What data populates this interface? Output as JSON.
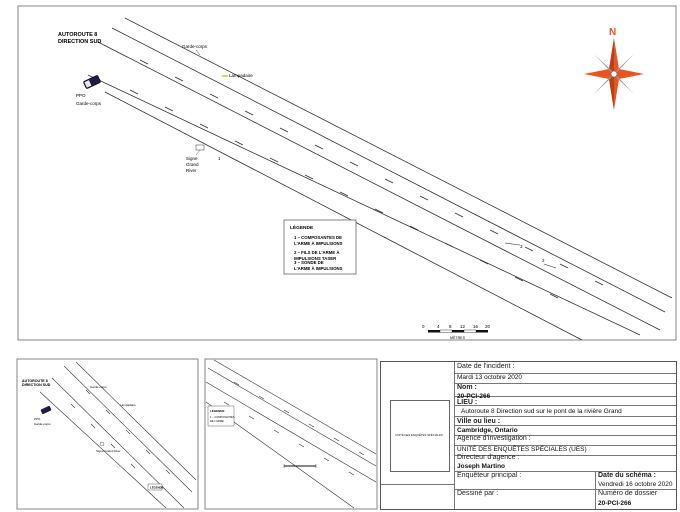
{
  "main": {
    "title_line1": "AUTOROUTE 8",
    "title_line2": "DIRECTION SUD",
    "guardrail_top": "Garde-corps",
    "lamp": "Lampadaire",
    "vehicle": "PPO",
    "guardrail_left": "Garde-corps",
    "sign_l1": "Signe",
    "sign_l2": "Grand",
    "sign_l3": "River",
    "marker_1": "1",
    "marker_2": "2",
    "marker_3": "3",
    "legend_title": "LÉGENDE",
    "legend_1a": "1 – COMPOSANTES DE",
    "legend_1b": "L'ARME À IMPULSIONS",
    "legend_2a": "2 – FILS DE L'ARME À",
    "legend_2b": "IMPULSIONS TASER",
    "legend_3a": "3 – SONDE DE",
    "legend_3b": "L'ARME À IMPULSIONS",
    "scale_ticks": [
      "0",
      "4",
      "8",
      "12",
      "16",
      "20"
    ],
    "scale_unit": "MÈTRES"
  },
  "compass": {
    "north": "N",
    "color_main": "#e8551f",
    "color_dark": "#9a9a9a"
  },
  "thumb1": {
    "title_line1": "AUTOROUTE 8",
    "title_line2": "DIRECTION SUD",
    "label_a": "Garde-corps",
    "label_b": "Lampadaire",
    "label_c": "PPO",
    "label_d": "Garde-corps",
    "label_e": "Signe Grand River",
    "legend": "LÉGENDE"
  },
  "thumb2": {
    "legend_title": "LÉGENDE",
    "legend_line1": "1 – COMPOSANTES",
    "legend_line2": "DE L'ARME"
  },
  "titleblock": {
    "date_incident_label": "Date de l'incident :",
    "date_incident": "Mardi 13 octobre 2020",
    "no_label": "Nom :",
    "no_value": "20-PCI-266",
    "lieu_label": "LIEU :",
    "lieu_value": "Autoroute 8 Direction sud sur le pont de la rivière Grand",
    "ville_label": "Ville ou lieu :",
    "ville_value": "Cambridge, Ontario",
    "agence_label": "Agence d'investigation :",
    "agence_value": "UNITÉ DES ENQUÊTES SPÉCIALES (UES)",
    "directeur_label": "Directeur d'agence :",
    "directeur_value": "Joseph Martino",
    "enqueteur_label": "Enquêteur principal :",
    "date_schema_label": "Date du schéma :",
    "date_schema": "Vendredi 16 octobre 2020",
    "dessine_label": "Dessiné par :",
    "dossier_label": "Numéro de dossier",
    "dossier_value": "20-PCI-266",
    "logo_caption": "UNITÉ DES ENQUÊTES SPÉCIALES"
  }
}
